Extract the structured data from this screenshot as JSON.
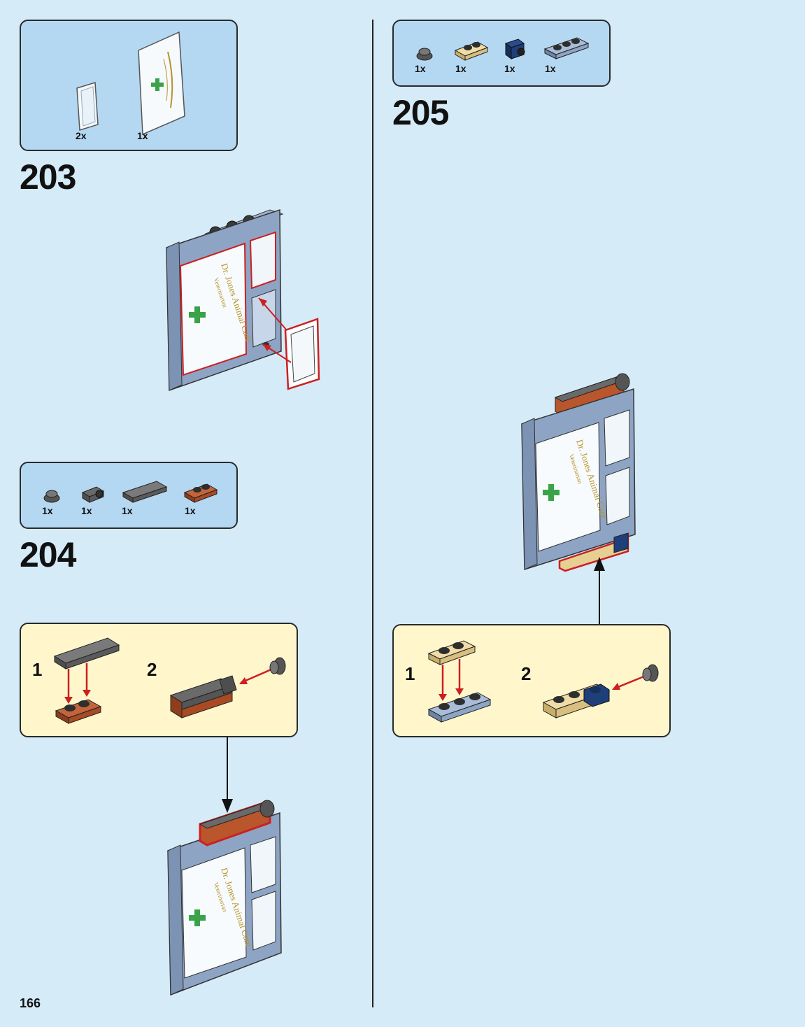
{
  "page": {
    "number": "166"
  },
  "steps": [
    {
      "number": "203",
      "parts": [
        {
          "icon": "transparent-glass-pane-icon",
          "qty": "2x"
        },
        {
          "icon": "printed-glass-sign-icon",
          "qty": "1x"
        }
      ]
    },
    {
      "number": "204",
      "parts": [
        {
          "icon": "round-plate-dark-gray-icon",
          "qty": "1x"
        },
        {
          "icon": "clip-bracket-dark-gray-icon",
          "qty": "1x"
        },
        {
          "icon": "tile-1x4-dark-gray-icon",
          "qty": "1x"
        },
        {
          "icon": "plate-1x2-reddish-brown-icon",
          "qty": "1x"
        }
      ],
      "substeps": [
        {
          "label": "1"
        },
        {
          "label": "2"
        }
      ]
    },
    {
      "number": "205",
      "parts": [
        {
          "icon": "round-plate-dark-gray-icon",
          "qty": "1x"
        },
        {
          "icon": "plate-1x2-tan-icon",
          "qty": "1x"
        },
        {
          "icon": "bracket-dark-blue-icon",
          "qty": "1x"
        },
        {
          "icon": "plate-1x3-sand-blue-icon",
          "qty": "1x"
        }
      ],
      "substeps": [
        {
          "label": "1"
        },
        {
          "label": "2"
        }
      ]
    }
  ],
  "sign": {
    "line1": "Dr. Jones Animal Care",
    "line2": "Veterinarian"
  },
  "colors": {
    "background": "#d5ebf8",
    "parts_box": "#b5d8f2",
    "substep_box": "#fff6cc",
    "sand_blue": "#8ea4c4",
    "dark_gray": "#5d5d5d",
    "reddish_brown": "#b9562c",
    "tan": "#e6cf93",
    "dark_blue": "#1f3f7a",
    "highlight_red": "#cc2020",
    "cross_green": "#3aa34a"
  }
}
